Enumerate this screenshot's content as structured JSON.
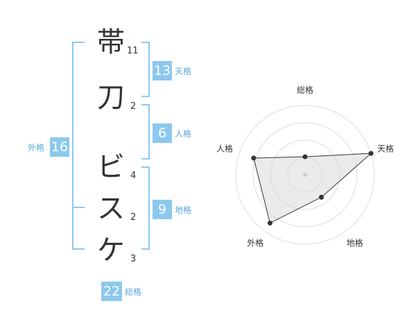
{
  "name_chars": [
    {
      "char": "帯",
      "strokes": "11"
    },
    {
      "char": "刀",
      "strokes": "2"
    },
    {
      "char": "ビ",
      "strokes": "4"
    },
    {
      "char": "ス",
      "strokes": "2"
    },
    {
      "char": "ケ",
      "strokes": "3"
    }
  ],
  "kaku": {
    "ten": {
      "value": "13",
      "label": "天格"
    },
    "jin": {
      "value": "6",
      "label": "人格"
    },
    "chi": {
      "value": "9",
      "label": "地格"
    },
    "gai": {
      "value": "16",
      "label": "外格"
    },
    "sou": {
      "value": "22",
      "label": "総格"
    }
  },
  "colors": {
    "accent": "#8cc8ee",
    "accent_text": "#5aa9dc",
    "text": "#333333",
    "radar_fill": "#eeeeee",
    "radar_ring": "#dddddd"
  },
  "chart_data": {
    "type": "radar",
    "axes": [
      "総格",
      "天格",
      "地格",
      "外格",
      "人格"
    ],
    "values": [
      0.26,
      1.0,
      0.4,
      0.86,
      0.78
    ],
    "range": [
      0,
      1
    ],
    "rings": 4
  }
}
